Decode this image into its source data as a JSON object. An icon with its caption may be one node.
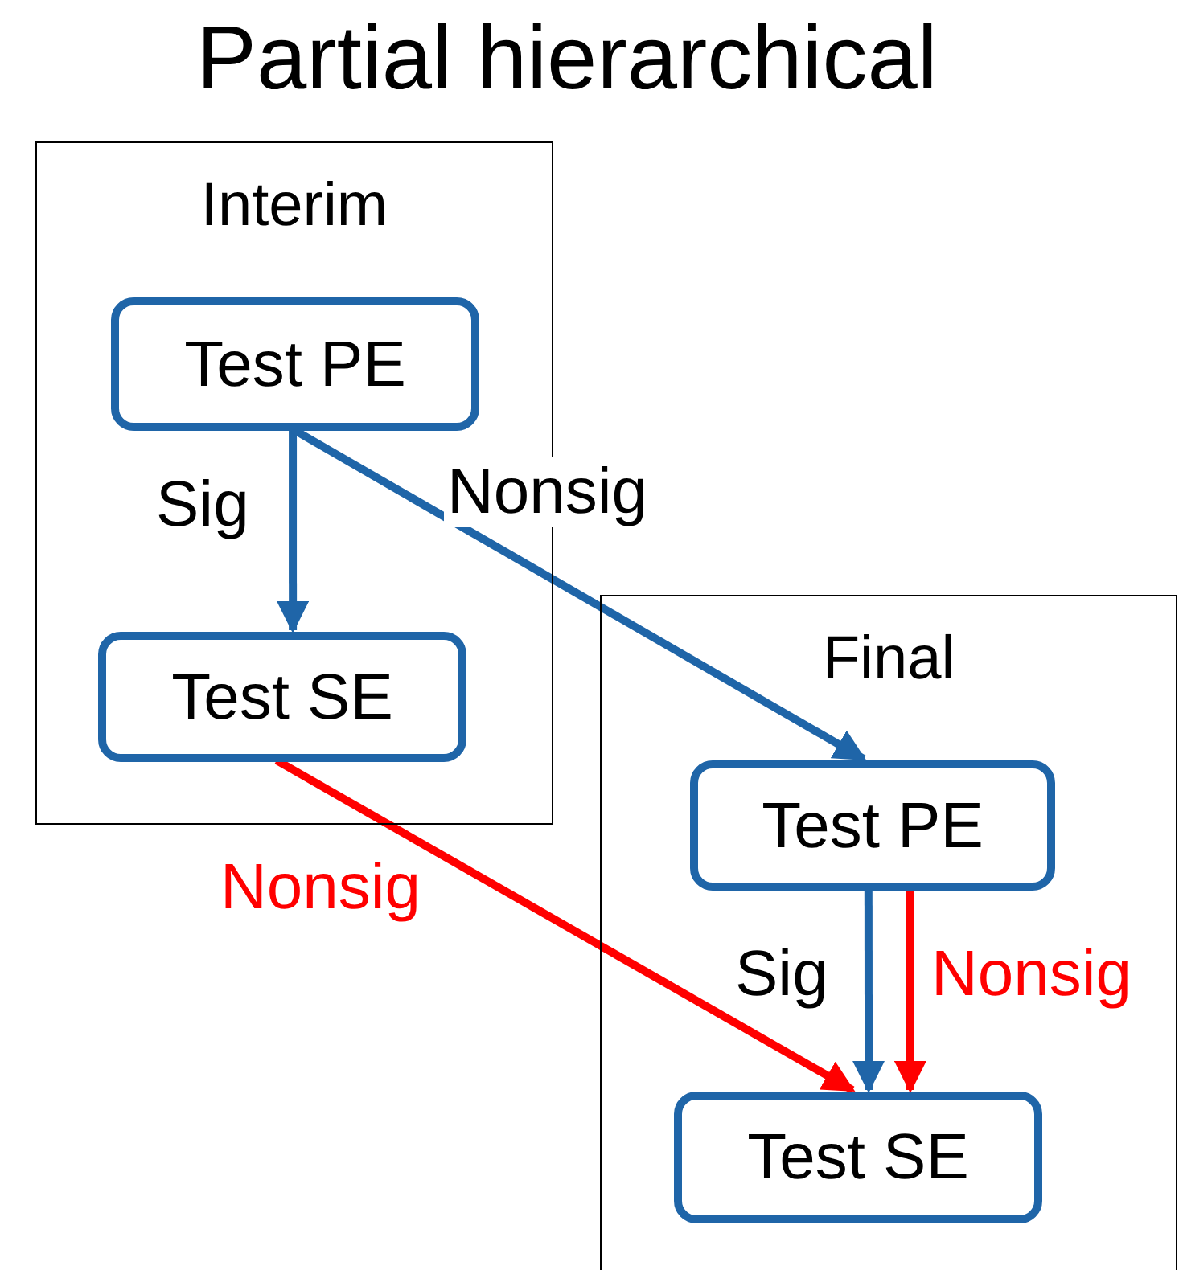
{
  "diagram": {
    "title": "Partial hierarchical",
    "nodes": [
      {
        "text": [
          "Interim"
        ]
      },
      {
        "text": [
          "Test PE"
        ],
        "in": 0
      },
      {
        "text": [
          "Test SE"
        ],
        "in": 0
      },
      {
        "text": [
          "Final"
        ]
      },
      {
        "text": [
          "Test PE"
        ],
        "in": 3
      },
      {
        "text": [
          "Test SE"
        ],
        "in": 3
      }
    ],
    "edges": [
      {
        "from": 1,
        "to": 2,
        "arrow": "to",
        "label": "Sig"
      },
      {
        "from": 1,
        "to": 4,
        "arrow": "to",
        "label": "Nonsig"
      },
      {
        "from": 2,
        "to": 5,
        "arrow": "to",
        "label": "Nonsig",
        "color": "#ff0000"
      },
      {
        "from": 4,
        "to": 5,
        "arrow": "to",
        "label": "Sig"
      },
      {
        "from": 4,
        "to": 5,
        "arrow": "to",
        "label": "Nonsig",
        "color": "#ff0000"
      }
    ]
  }
}
